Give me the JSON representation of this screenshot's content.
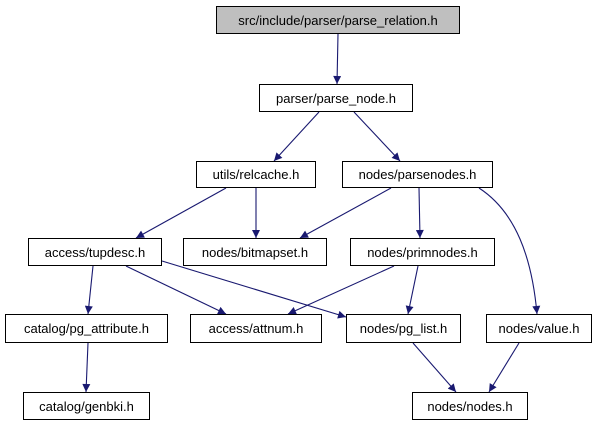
{
  "diagram": {
    "kind": "include-dependency-graph",
    "root_file": "src/include/parser/parse_relation.h",
    "colors": {
      "edge": "#191970",
      "node_fill": "#ffffff",
      "root_node_fill": "#bfbfbf",
      "node_border": "#000000",
      "background": "#ffffff"
    },
    "nodes": [
      {
        "id": "parse_relation",
        "label": "src/include/parser/parse_relation.h"
      },
      {
        "id": "parse_node",
        "label": "parser/parse_node.h"
      },
      {
        "id": "relcache",
        "label": "utils/relcache.h"
      },
      {
        "id": "parsenodes",
        "label": "nodes/parsenodes.h"
      },
      {
        "id": "tupdesc",
        "label": "access/tupdesc.h"
      },
      {
        "id": "bitmapset",
        "label": "nodes/bitmapset.h"
      },
      {
        "id": "primnodes",
        "label": "nodes/primnodes.h"
      },
      {
        "id": "pg_attribute",
        "label": "catalog/pg_attribute.h"
      },
      {
        "id": "attnum",
        "label": "access/attnum.h"
      },
      {
        "id": "pg_list",
        "label": "nodes/pg_list.h"
      },
      {
        "id": "value",
        "label": "nodes/value.h"
      },
      {
        "id": "genbki",
        "label": "catalog/genbki.h"
      },
      {
        "id": "nodes",
        "label": "nodes/nodes.h"
      }
    ],
    "edges": [
      {
        "from": "src/include/parser/parse_relation.h",
        "to": "parser/parse_node.h"
      },
      {
        "from": "parser/parse_node.h",
        "to": "utils/relcache.h"
      },
      {
        "from": "parser/parse_node.h",
        "to": "nodes/parsenodes.h"
      },
      {
        "from": "utils/relcache.h",
        "to": "access/tupdesc.h"
      },
      {
        "from": "utils/relcache.h",
        "to": "nodes/bitmapset.h"
      },
      {
        "from": "nodes/parsenodes.h",
        "to": "nodes/bitmapset.h"
      },
      {
        "from": "nodes/parsenodes.h",
        "to": "nodes/primnodes.h"
      },
      {
        "from": "nodes/parsenodes.h",
        "to": "nodes/value.h"
      },
      {
        "from": "access/tupdesc.h",
        "to": "catalog/pg_attribute.h"
      },
      {
        "from": "access/tupdesc.h",
        "to": "access/attnum.h"
      },
      {
        "from": "access/tupdesc.h",
        "to": "nodes/pg_list.h"
      },
      {
        "from": "nodes/primnodes.h",
        "to": "access/attnum.h"
      },
      {
        "from": "nodes/primnodes.h",
        "to": "nodes/pg_list.h"
      },
      {
        "from": "catalog/pg_attribute.h",
        "to": "catalog/genbki.h"
      },
      {
        "from": "nodes/pg_list.h",
        "to": "nodes/nodes.h"
      },
      {
        "from": "nodes/value.h",
        "to": "nodes/nodes.h"
      }
    ]
  }
}
